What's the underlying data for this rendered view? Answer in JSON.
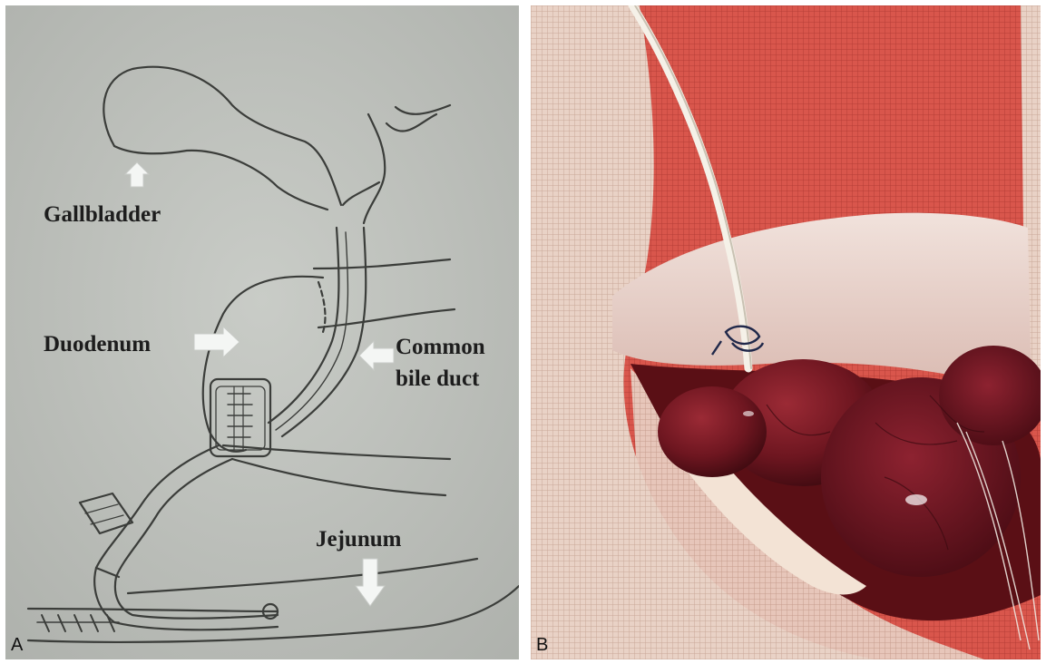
{
  "panel_a": {
    "letter": "A",
    "labels": {
      "gallbladder": "Gallbladder",
      "duodenum": "Duodenum",
      "common_bile_duct_line1": "Common",
      "common_bile_duct_line2": "bile duct",
      "jejunum": "Jejunum"
    }
  },
  "panel_b": {
    "letter": "B"
  }
}
